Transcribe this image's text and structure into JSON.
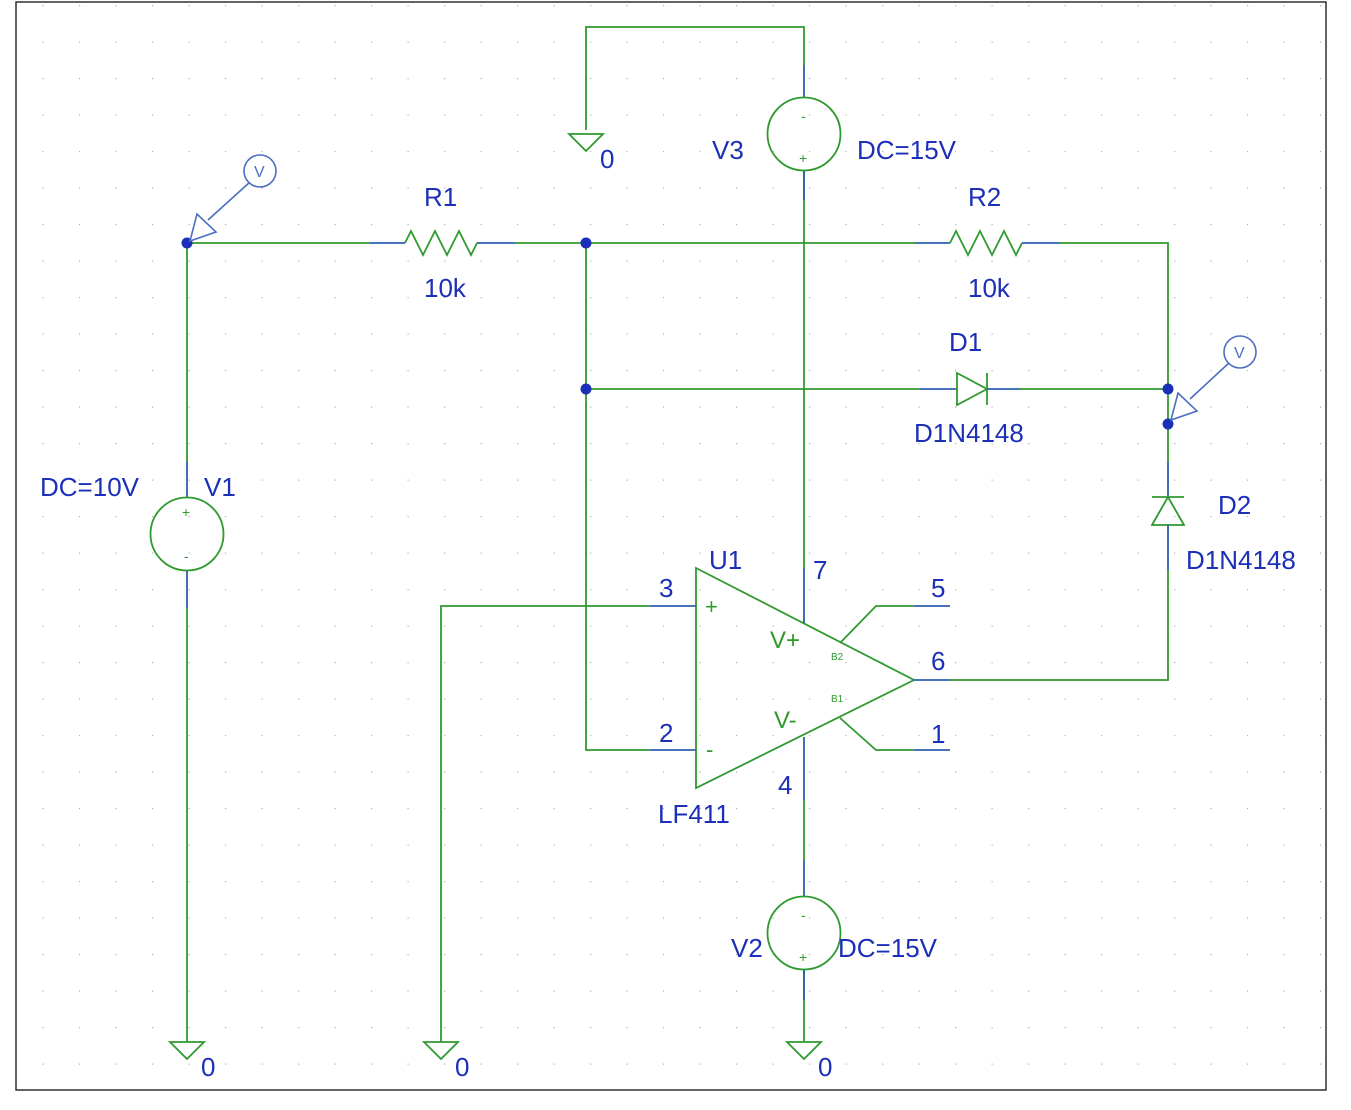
{
  "labels": {
    "r1_name": "R1",
    "r1_value": "10k",
    "r2_name": "R2",
    "r2_value": "10k",
    "d1_name": "D1",
    "d1_model": "D1N4148",
    "d2_name": "D2",
    "d2_model": "D1N4148",
    "v1_name": "V1",
    "v1_value": "DC=10V",
    "v2_name": "V2",
    "v2_value": "DC=15V",
    "v3_name": "V3",
    "v3_value": "DC=15V",
    "u1_name": "U1",
    "u1_model": "LF411",
    "ground_label": "0",
    "pin3": "3",
    "pin2": "2",
    "pin7": "7",
    "pin4": "4",
    "pin5": "5",
    "pin6": "6",
    "pin1": "1",
    "opamp_plus": "+",
    "opamp_minus": "-",
    "opamp_vplus": "V+",
    "opamp_vminus": "V-",
    "opamp_b2": "B2",
    "opamp_b1": "B1",
    "source_plus": "+",
    "source_minus": "-",
    "probe_label": "V"
  },
  "colors": {
    "wire": "#2f9a2f",
    "pin": "#2f5fb0",
    "text": "#1c2fb8",
    "junction": "#1c2fb8"
  }
}
